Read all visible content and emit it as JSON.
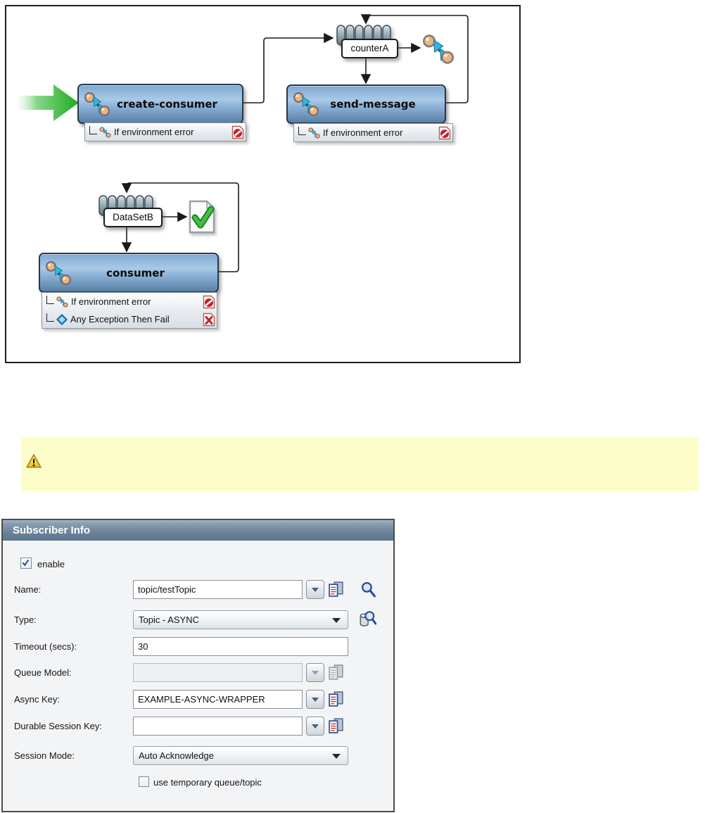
{
  "colors": {
    "node_fill_top": "#a9c9e6",
    "node_fill_bottom": "#597fa6",
    "node_border": "#27394d",
    "panel_header": "#6c8299",
    "note_background": "#fdfdc9",
    "start_arrow_green": "#1ea81e",
    "error_red": "#c81e2e",
    "accent_blue": "#2b4a9b"
  },
  "diagram": {
    "start": {
      "icon": "start-arrow-icon"
    },
    "queues": [
      {
        "label": "counterA",
        "icon": "queue-icon"
      },
      {
        "label": "DataSetB",
        "icon": "queue-icon"
      }
    ],
    "nodes": [
      {
        "label": "create-consumer",
        "icon": "activity-icon",
        "handlers": [
          {
            "label": "If environment error",
            "icon": "error-stop-icon"
          }
        ]
      },
      {
        "label": "send-message",
        "icon": "activity-icon",
        "handlers": [
          {
            "label": "If environment error",
            "icon": "error-stop-icon"
          }
        ]
      },
      {
        "label": "consumer",
        "icon": "activity-icon",
        "handlers": [
          {
            "label": "If environment error",
            "icon": "error-stop-icon"
          },
          {
            "label": "Any Exception Then Fail",
            "icon": "fail-x-icon",
            "lead_icon": "condition-diamond-icon"
          }
        ]
      }
    ],
    "standalone_icons": [
      "activity-icon",
      "checkpoint-check-icon"
    ]
  },
  "note": {
    "icon": "warning-icon"
  },
  "subscriber_info": {
    "title": "Subscriber Info",
    "enable": {
      "label": "enable",
      "checked": true
    },
    "fields": [
      {
        "label": "Name:",
        "value": "topic/testTopic"
      },
      {
        "label": "Type:",
        "value": "Topic - ASYNC"
      },
      {
        "label": "Timeout (secs):",
        "value": "30"
      },
      {
        "label": "Queue Model:",
        "value": "",
        "disabled": true
      },
      {
        "label": "Async Key:",
        "value": "EXAMPLE-ASYNC-WRAPPER"
      },
      {
        "label": "Durable Session Key:",
        "value": ""
      },
      {
        "label": "Session Mode:",
        "value": "Auto Acknowledge"
      }
    ],
    "temp_checkbox": {
      "label": "use temporary queue/topic",
      "checked": false
    }
  }
}
